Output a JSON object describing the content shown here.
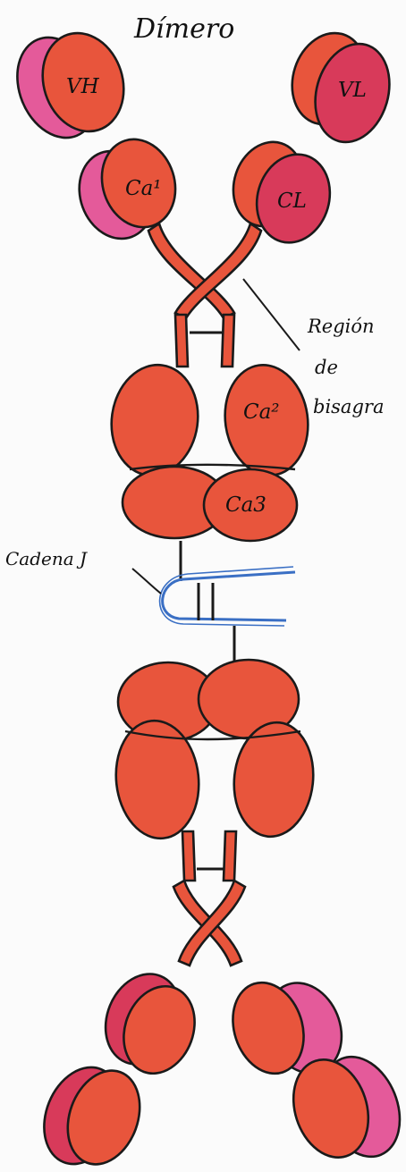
{
  "title": "Dímero",
  "domains": {
    "vh": "VH",
    "vl": "VL",
    "ca1": "Ca¹",
    "cl": "CL",
    "ca2": "Ca²",
    "ca3": "Ca3"
  },
  "labels": {
    "hinge_line1": "Región",
    "hinge_line2": "de",
    "hinge_line3": "bisagra",
    "j_chain": "Cadena J"
  },
  "colors": {
    "heavy_chain": "#e8553c",
    "light_chain_dark": "#d83a5a",
    "light_chain_pink": "#e45a9a",
    "outline": "#1a1a1a",
    "j_chain": "#3a6fc4"
  }
}
